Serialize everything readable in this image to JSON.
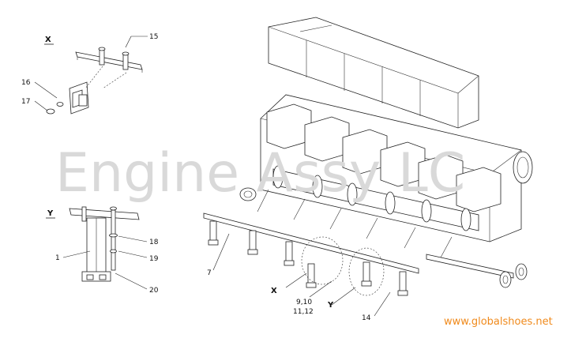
{
  "watermark": "Engine Assy LC",
  "site_url": "www.globalshoes.net",
  "views": {
    "x": "X",
    "y": "Y",
    "x_ref": "X",
    "y_ref": "Y"
  },
  "callouts": {
    "c1": "1",
    "c7": "7",
    "c9_10": "9,10",
    "c11_12": "11,12",
    "c14": "14",
    "c15": "15",
    "c16": "16",
    "c17": "17",
    "c18": "18",
    "c19": "19",
    "c20": "20"
  },
  "colors": {
    "line": "#222222",
    "watermark": "#d9d9d9",
    "url": "#f08a1c"
  }
}
